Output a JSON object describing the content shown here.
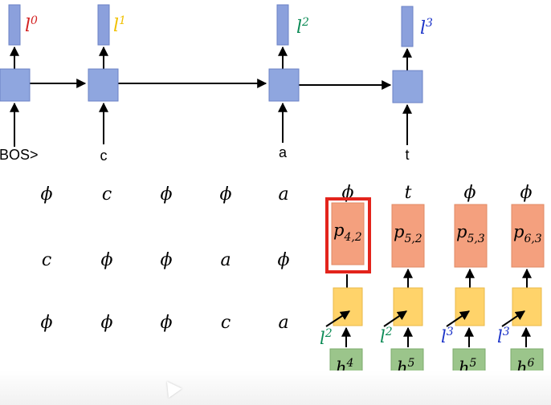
{
  "colors": {
    "red": "#d32020",
    "yellow": "#f0c000",
    "green": "#0a8a55",
    "blue": "#1a32c8",
    "rnn_cell": "#8fa6df",
    "output_bar": "#8ba0dc",
    "prob_box": "#f4a07e",
    "hidden_cell": "#ffd36a",
    "h_box": "#9bc58b",
    "highlight": "#e3241c"
  },
  "rnn": {
    "inputs": [
      "<BOS>",
      "c",
      "a",
      "t"
    ],
    "outputs": [
      {
        "base": "l",
        "sup": "0",
        "color": "red"
      },
      {
        "base": "l",
        "sup": "1",
        "color": "yellow"
      },
      {
        "base": "l",
        "sup": "2",
        "color": "green"
      },
      {
        "base": "l",
        "sup": "3",
        "color": "blue"
      }
    ]
  },
  "grid": {
    "rows": [
      [
        "ϕ",
        "c",
        "ϕ",
        "ϕ",
        "a"
      ],
      [
        "c",
        "ϕ",
        "ϕ",
        "a",
        "ϕ"
      ],
      [
        "ϕ",
        "ϕ",
        "ϕ",
        "c",
        "a"
      ]
    ],
    "top_labels": [
      "ϕ",
      "t",
      "ϕ",
      "ϕ"
    ]
  },
  "units": [
    {
      "p": "p",
      "sub": "4,2",
      "l_base": "l",
      "l_sup": "2",
      "l_color": "green",
      "h_base": "h",
      "h_sup": "4",
      "highlighted": true
    },
    {
      "p": "p",
      "sub": "5,2",
      "l_base": "l",
      "l_sup": "2",
      "l_color": "green",
      "h_base": "h",
      "h_sup": "5",
      "highlighted": false
    },
    {
      "p": "p",
      "sub": "5,3",
      "l_base": "l",
      "l_sup": "3",
      "l_color": "blue",
      "h_base": "h",
      "h_sup": "5",
      "highlighted": false
    },
    {
      "p": "p",
      "sub": "6,3",
      "l_base": "l",
      "l_sup": "3",
      "l_color": "blue",
      "h_base": "h",
      "h_sup": "6",
      "highlighted": false
    }
  ]
}
